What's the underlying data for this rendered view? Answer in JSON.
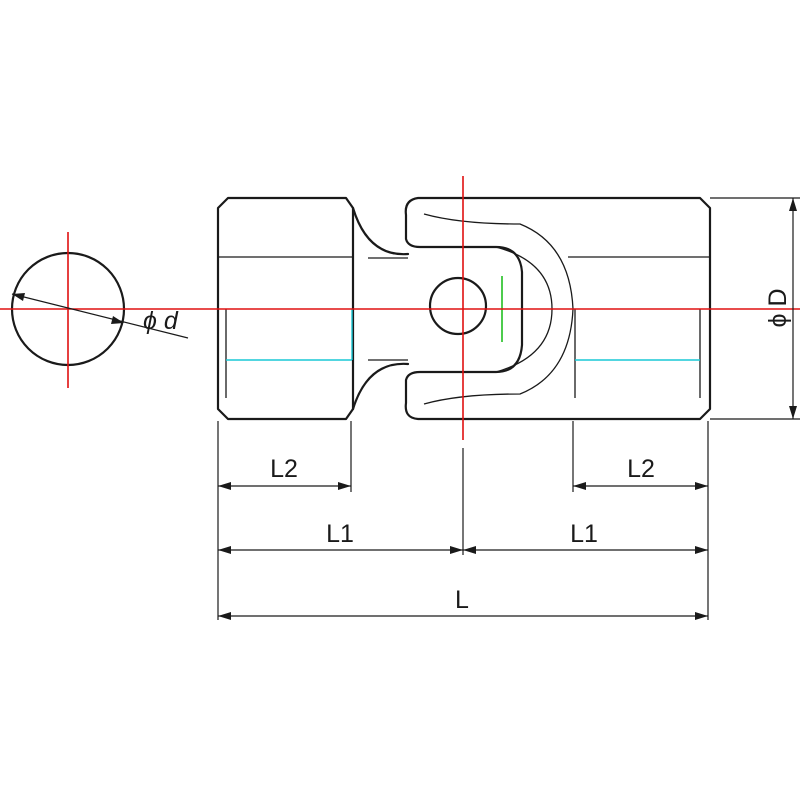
{
  "labels": {
    "phi_d": "ϕ d",
    "phi_D": "ϕ D",
    "l2_left": "L2",
    "l2_right": "L2",
    "l1_left": "L1",
    "l1_right": "L1",
    "l_total": "L"
  },
  "colors": {
    "outline": "#1a1a1a",
    "centerline": "#e01010",
    "bore": "#19c9d6",
    "pin_mark": "#22c022"
  }
}
